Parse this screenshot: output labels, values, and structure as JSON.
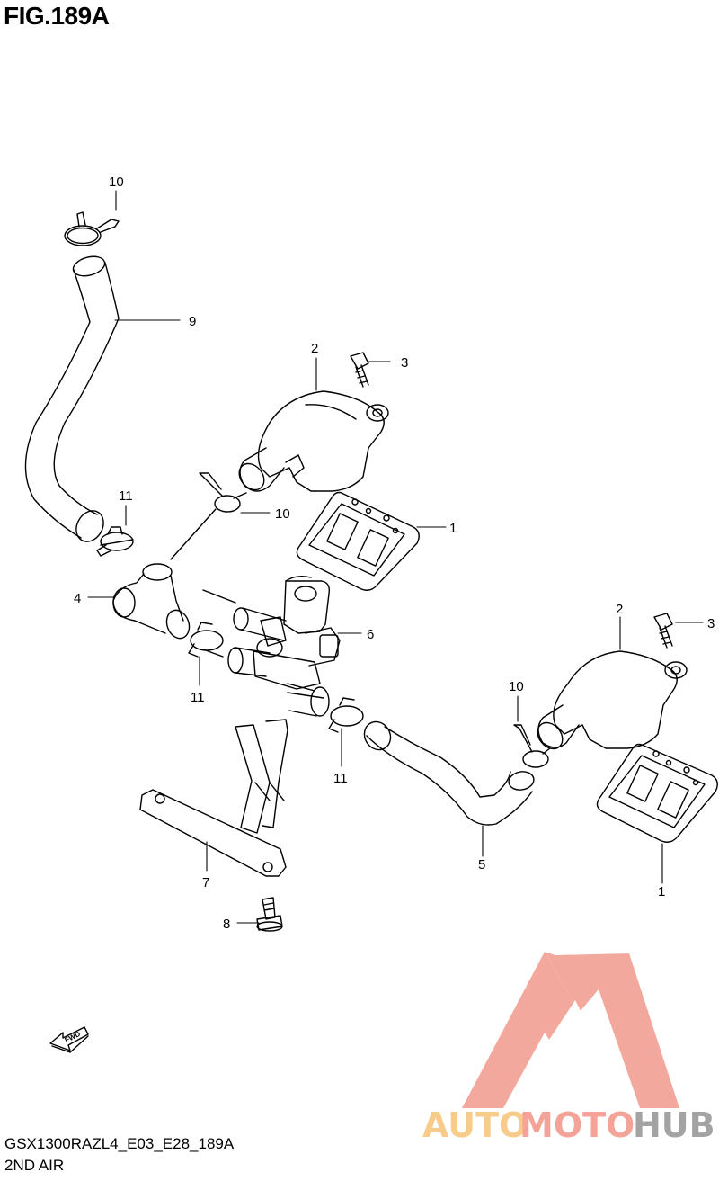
{
  "header": {
    "figure_id": "FIG.189A"
  },
  "footer": {
    "model_code": "GSX1300RAZL4_E03_E28_189A",
    "description": "2ND AIR"
  },
  "callouts": {
    "c10a": "10",
    "c9": "9",
    "c2a": "2",
    "c3a": "3",
    "c11a": "11",
    "c10b": "10",
    "c1a": "1",
    "c4": "4",
    "c6": "6",
    "c11b": "11",
    "c11c": "11",
    "c2b": "2",
    "c3b": "3",
    "c10c": "10",
    "c7": "7",
    "c5": "5",
    "c1b": "1",
    "c8": "8"
  },
  "fwd_arrow": {
    "label": "FWD"
  },
  "watermark": {
    "part1": "AUTO",
    "part2": "MOTO",
    "part3": "HUB",
    "colors": {
      "auto": "#f7c67d",
      "moto": "#f29a8c",
      "hub": "#9a9a9a",
      "logo": "#f29a8c"
    }
  }
}
